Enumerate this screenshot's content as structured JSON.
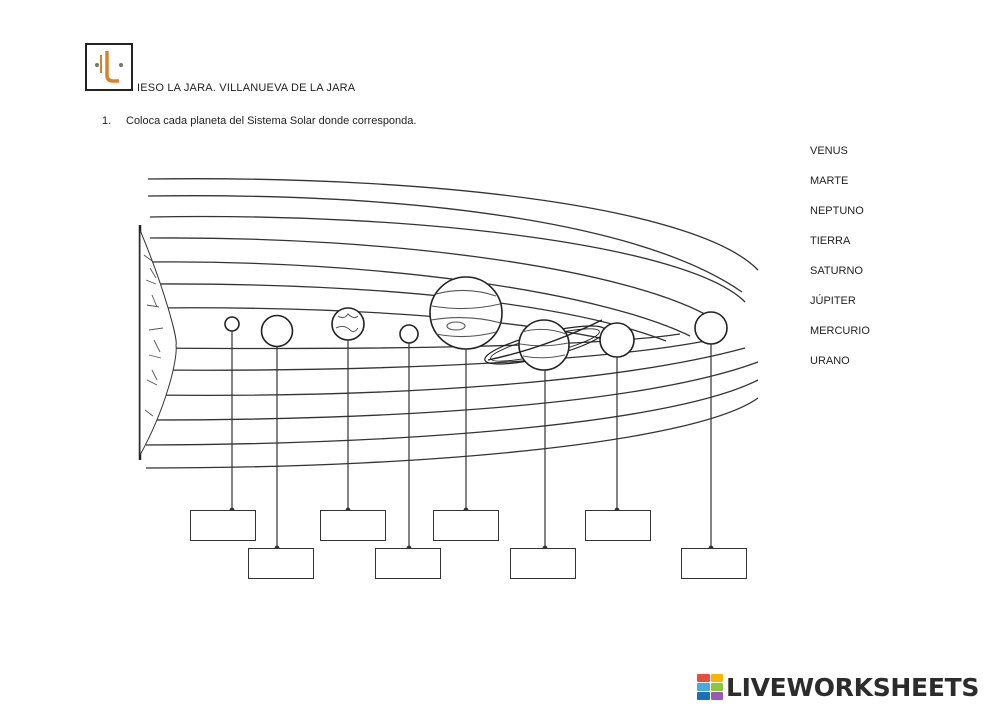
{
  "header": {
    "logo_name": "school-logo",
    "school_name": "IESO LA JARA. VILLANUEVA DE LA JARA"
  },
  "exercise": {
    "number": "1.",
    "instruction": "Coloca cada planeta del Sistema Solar donde corresponda."
  },
  "word_bank": {
    "items": [
      "VENUS",
      "MARTE",
      "NEPTUNO",
      "TIERRA",
      "SATURNO",
      "JÚPITER",
      "MERCURIO",
      "URANO"
    ]
  },
  "answers": {
    "boxes": [
      "",
      "",
      "",
      "",
      "",
      "",
      "",
      ""
    ]
  },
  "footer": {
    "brand": "LIVEWORKSHEETS",
    "icon_colors": [
      "#e94e3c",
      "#f7b500",
      "#4aa8e0",
      "#8cc63f",
      "#1d6fb8",
      "#9b59b6"
    ]
  }
}
